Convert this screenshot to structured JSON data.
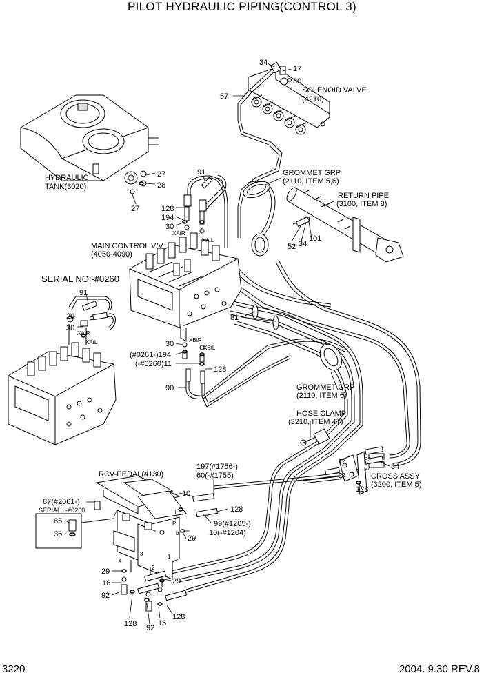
{
  "title": "PILOT HYDRAULIC PIPING(CONTROL 3)",
  "page_number": "3220",
  "date_rev": "2004. 9.30  REV.8",
  "components": {
    "solenoid_valve": [
      "SOLENOID VALVE",
      "(4210)"
    ],
    "hydraulic_tank": [
      "HYDRAULIC",
      "TANK(3020)"
    ],
    "grommet_top": [
      "GROMMET GRP",
      "(2110, ITEM 5,6)"
    ],
    "return_pipe": [
      "RETURN PIPE",
      "(3100, ITEM 8)"
    ],
    "main_control": [
      "MAIN CONTROL V/V",
      "(4050-4090)"
    ],
    "serial_no": "SERIAL NO:-#0260",
    "grommet_mid": [
      "GROMMET GRP",
      "(2110, ITEM 6)"
    ],
    "hose_clamp": [
      "HOSE CLAMP",
      "(3210, ITEM 47)"
    ],
    "rcv_pedal": "RCV-PEDAL(4130)",
    "cross_assy": [
      "CROSS ASSY",
      "(3200, ITEM 5)"
    ],
    "serial_small": "SERIAL : -#0260"
  },
  "callouts": {
    "c34a": "34",
    "c17": "17",
    "c30a": "30",
    "c57": "57",
    "c27a": "27",
    "c28": "28",
    "c27b": "27",
    "c91a": "91",
    "c128a": "128",
    "c194a": "194",
    "c30b": "30",
    "c52": "52",
    "c34b": "34",
    "c101": "101",
    "c91b": "91",
    "c20": "20",
    "c30c": "30",
    "c81": "81",
    "c30d": "30",
    "c194b": "(#0261-)194",
    "c11": "(-#0260)11",
    "c128b": "128",
    "c90": "90",
    "c34c": "34",
    "c128c": "128",
    "c197": "197(#1756-)",
    "c60": "60(-#1755)",
    "c10a": "10",
    "c128d": "128",
    "c29a": "29",
    "c99": "99(#1205-)",
    "c10b": "10(-#1204)",
    "c87": "87(#2061-)",
    "c85": "85",
    "c36": "36",
    "c29b": "29",
    "c29c": "29",
    "c16a": "16",
    "c92a": "92",
    "c128e": "128",
    "c92b": "92",
    "c16b": "16",
    "c128f": "128"
  },
  "port_marks": {
    "xatr_a": "XAtR",
    "xatl_a": "XAtL",
    "xatr_b": "XAtR",
    "xatl_b": "XAtL",
    "xbtr": "XBtR",
    "xbtl": "XBtL",
    "t2": "T2",
    "p2": "P2",
    "p3": "P3",
    "p4": "P4",
    "n3": "3",
    "n4": "4",
    "n1": "1",
    "n2": "2",
    "ta": "T",
    "pa": "P",
    "nb": "b"
  }
}
